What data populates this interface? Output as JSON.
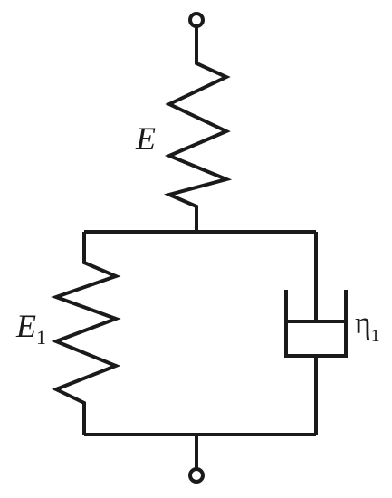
{
  "labels": {
    "spring_top": {
      "symbol": "E",
      "subscript": ""
    },
    "spring_bottom": {
      "symbol": "E",
      "subscript": "1"
    },
    "dashpot": {
      "symbol": "η",
      "subscript": "1"
    }
  },
  "colors": {
    "line": "#1a1a1a",
    "background": "#ffffff"
  }
}
